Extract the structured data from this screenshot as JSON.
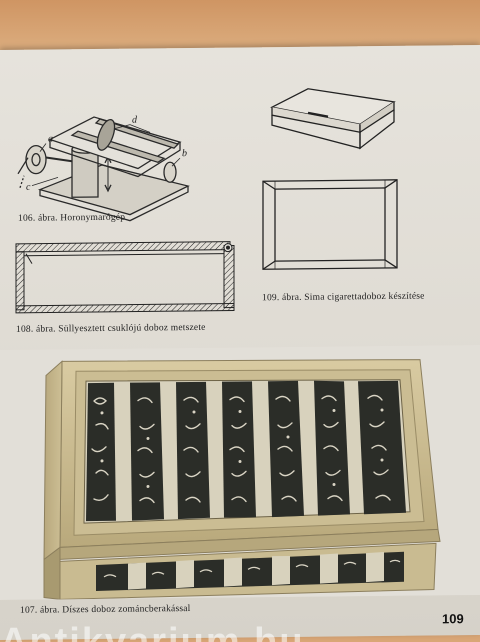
{
  "figures": {
    "fig106": {
      "caption": "106. ábra. Horonymarógép",
      "labels": {
        "a": "a",
        "b": "b",
        "c": "c",
        "d": "d"
      }
    },
    "fig108": {
      "caption": "108. ábra. Süllyesztett csuklójú doboz metszete"
    },
    "fig109": {
      "caption": "109. ábra. Sima cigarettadoboz készítése"
    },
    "fig107": {
      "caption": "107. ábra. Díszes doboz zománcberakással"
    }
  },
  "page": {
    "number": "109"
  },
  "watermark": {
    "text": "Antikvarium.hu"
  },
  "colors": {
    "paper": "#e3e0d9",
    "table": "#d9a676",
    "ink": "#222222",
    "box_wood": "#c9b98f",
    "enamel_dark": "#2b2d28",
    "enamel_light": "#d8d2bd"
  }
}
